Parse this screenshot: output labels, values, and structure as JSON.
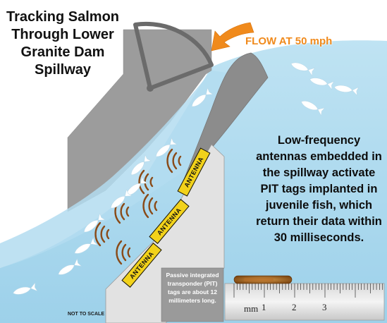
{
  "title": "Tracking Salmon Through Lower Granite Dam Spillway",
  "flow_label": "FLOW AT 50 mph",
  "description": "Low-frequency antennas embedded in the spillway activate PIT tags implanted in juvenile fish, which return their data within 30 milliseconds.",
  "tag_note": "Passive integrated transponder (PIT) tags are about 12 millimeters long.",
  "scale_note": "NOT TO SCALE",
  "antenna_label": "ANTENNA",
  "ruler": {
    "unit": "mm",
    "marks": [
      "1",
      "2",
      "3"
    ]
  },
  "colors": {
    "water": "#a9d8ee",
    "concrete": "#9c9c9c",
    "spillway_face": "#e2e2e2",
    "antenna": "#f2d21a",
    "flow_arrow": "#f08a1c",
    "signal": "#8a4a17"
  }
}
